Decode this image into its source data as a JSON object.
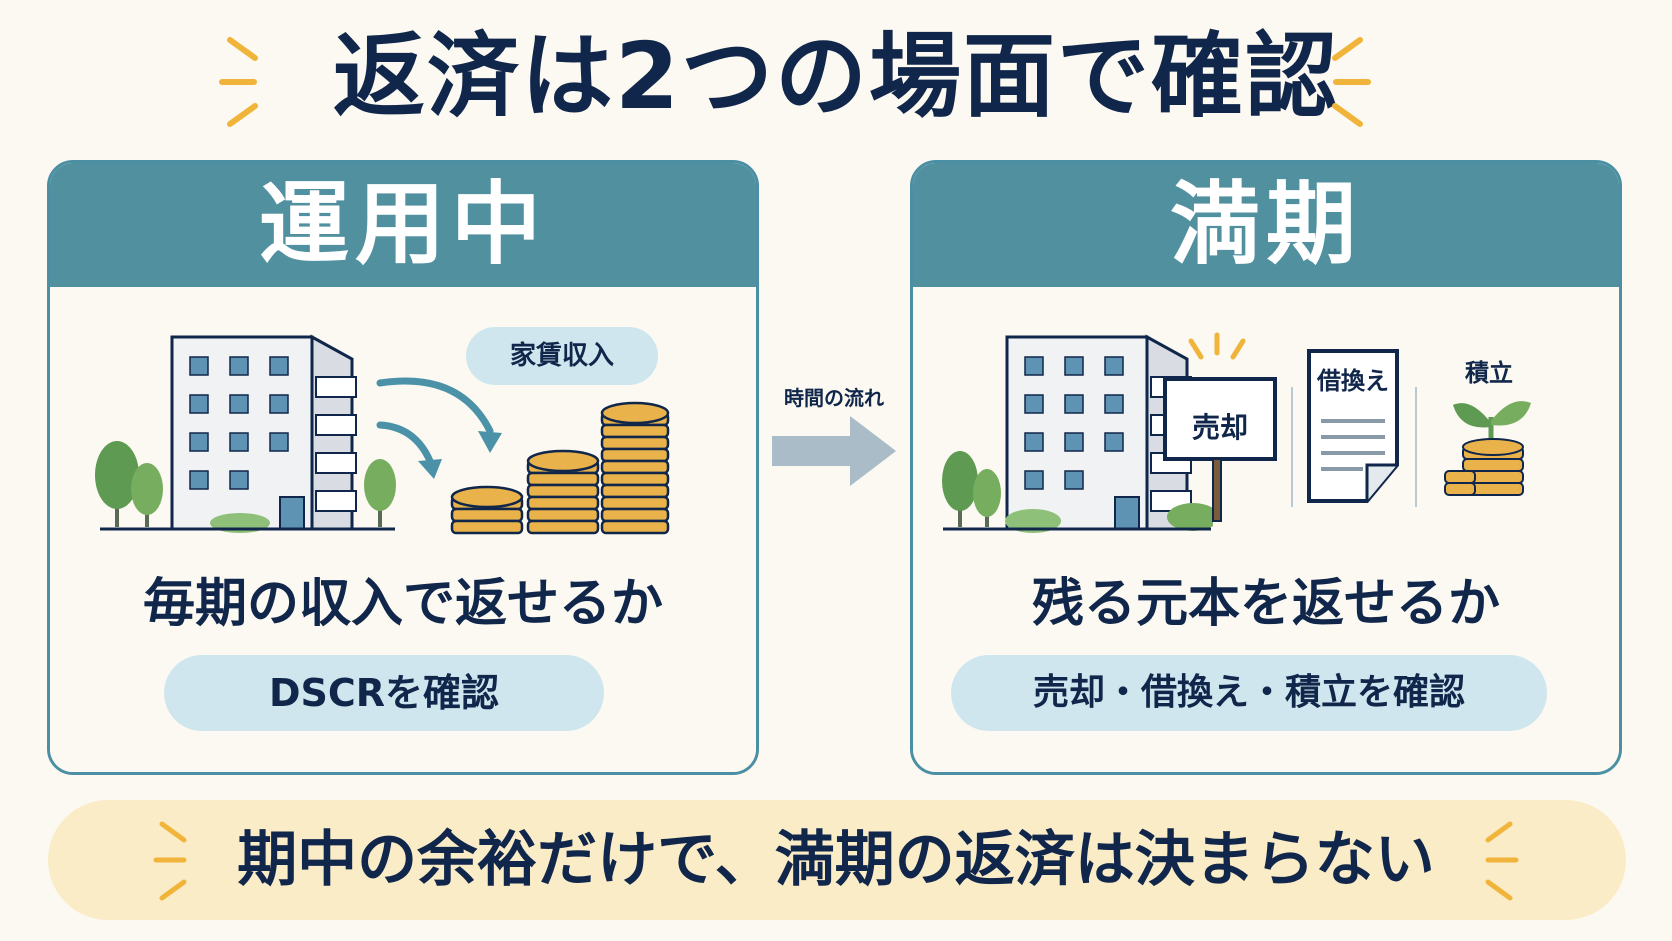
{
  "title": "返済は2つの場面で確認",
  "left_panel": {
    "header": "運用中",
    "income_label": "家賃収入",
    "question": "毎期の収入で返せるか",
    "check": "DSCRを確認"
  },
  "flow_label": "時間の流れ",
  "right_panel": {
    "header": "満期",
    "sale_label": "売却",
    "refinance_label": "借換え",
    "reserve_label": "積立",
    "question": "残る元本を返せるか",
    "check": "売却・借換え・積立を確認"
  },
  "footer": "期中の余裕だけで、満期の返済は決まらない",
  "colors": {
    "header_teal": "#51909f",
    "navy_text": "#10264a",
    "pill_blue": "#cfe6ee",
    "footer_band": "#fbecc8",
    "coin_gold": "#e9b24a",
    "accent_yellow": "#f1b43a"
  }
}
